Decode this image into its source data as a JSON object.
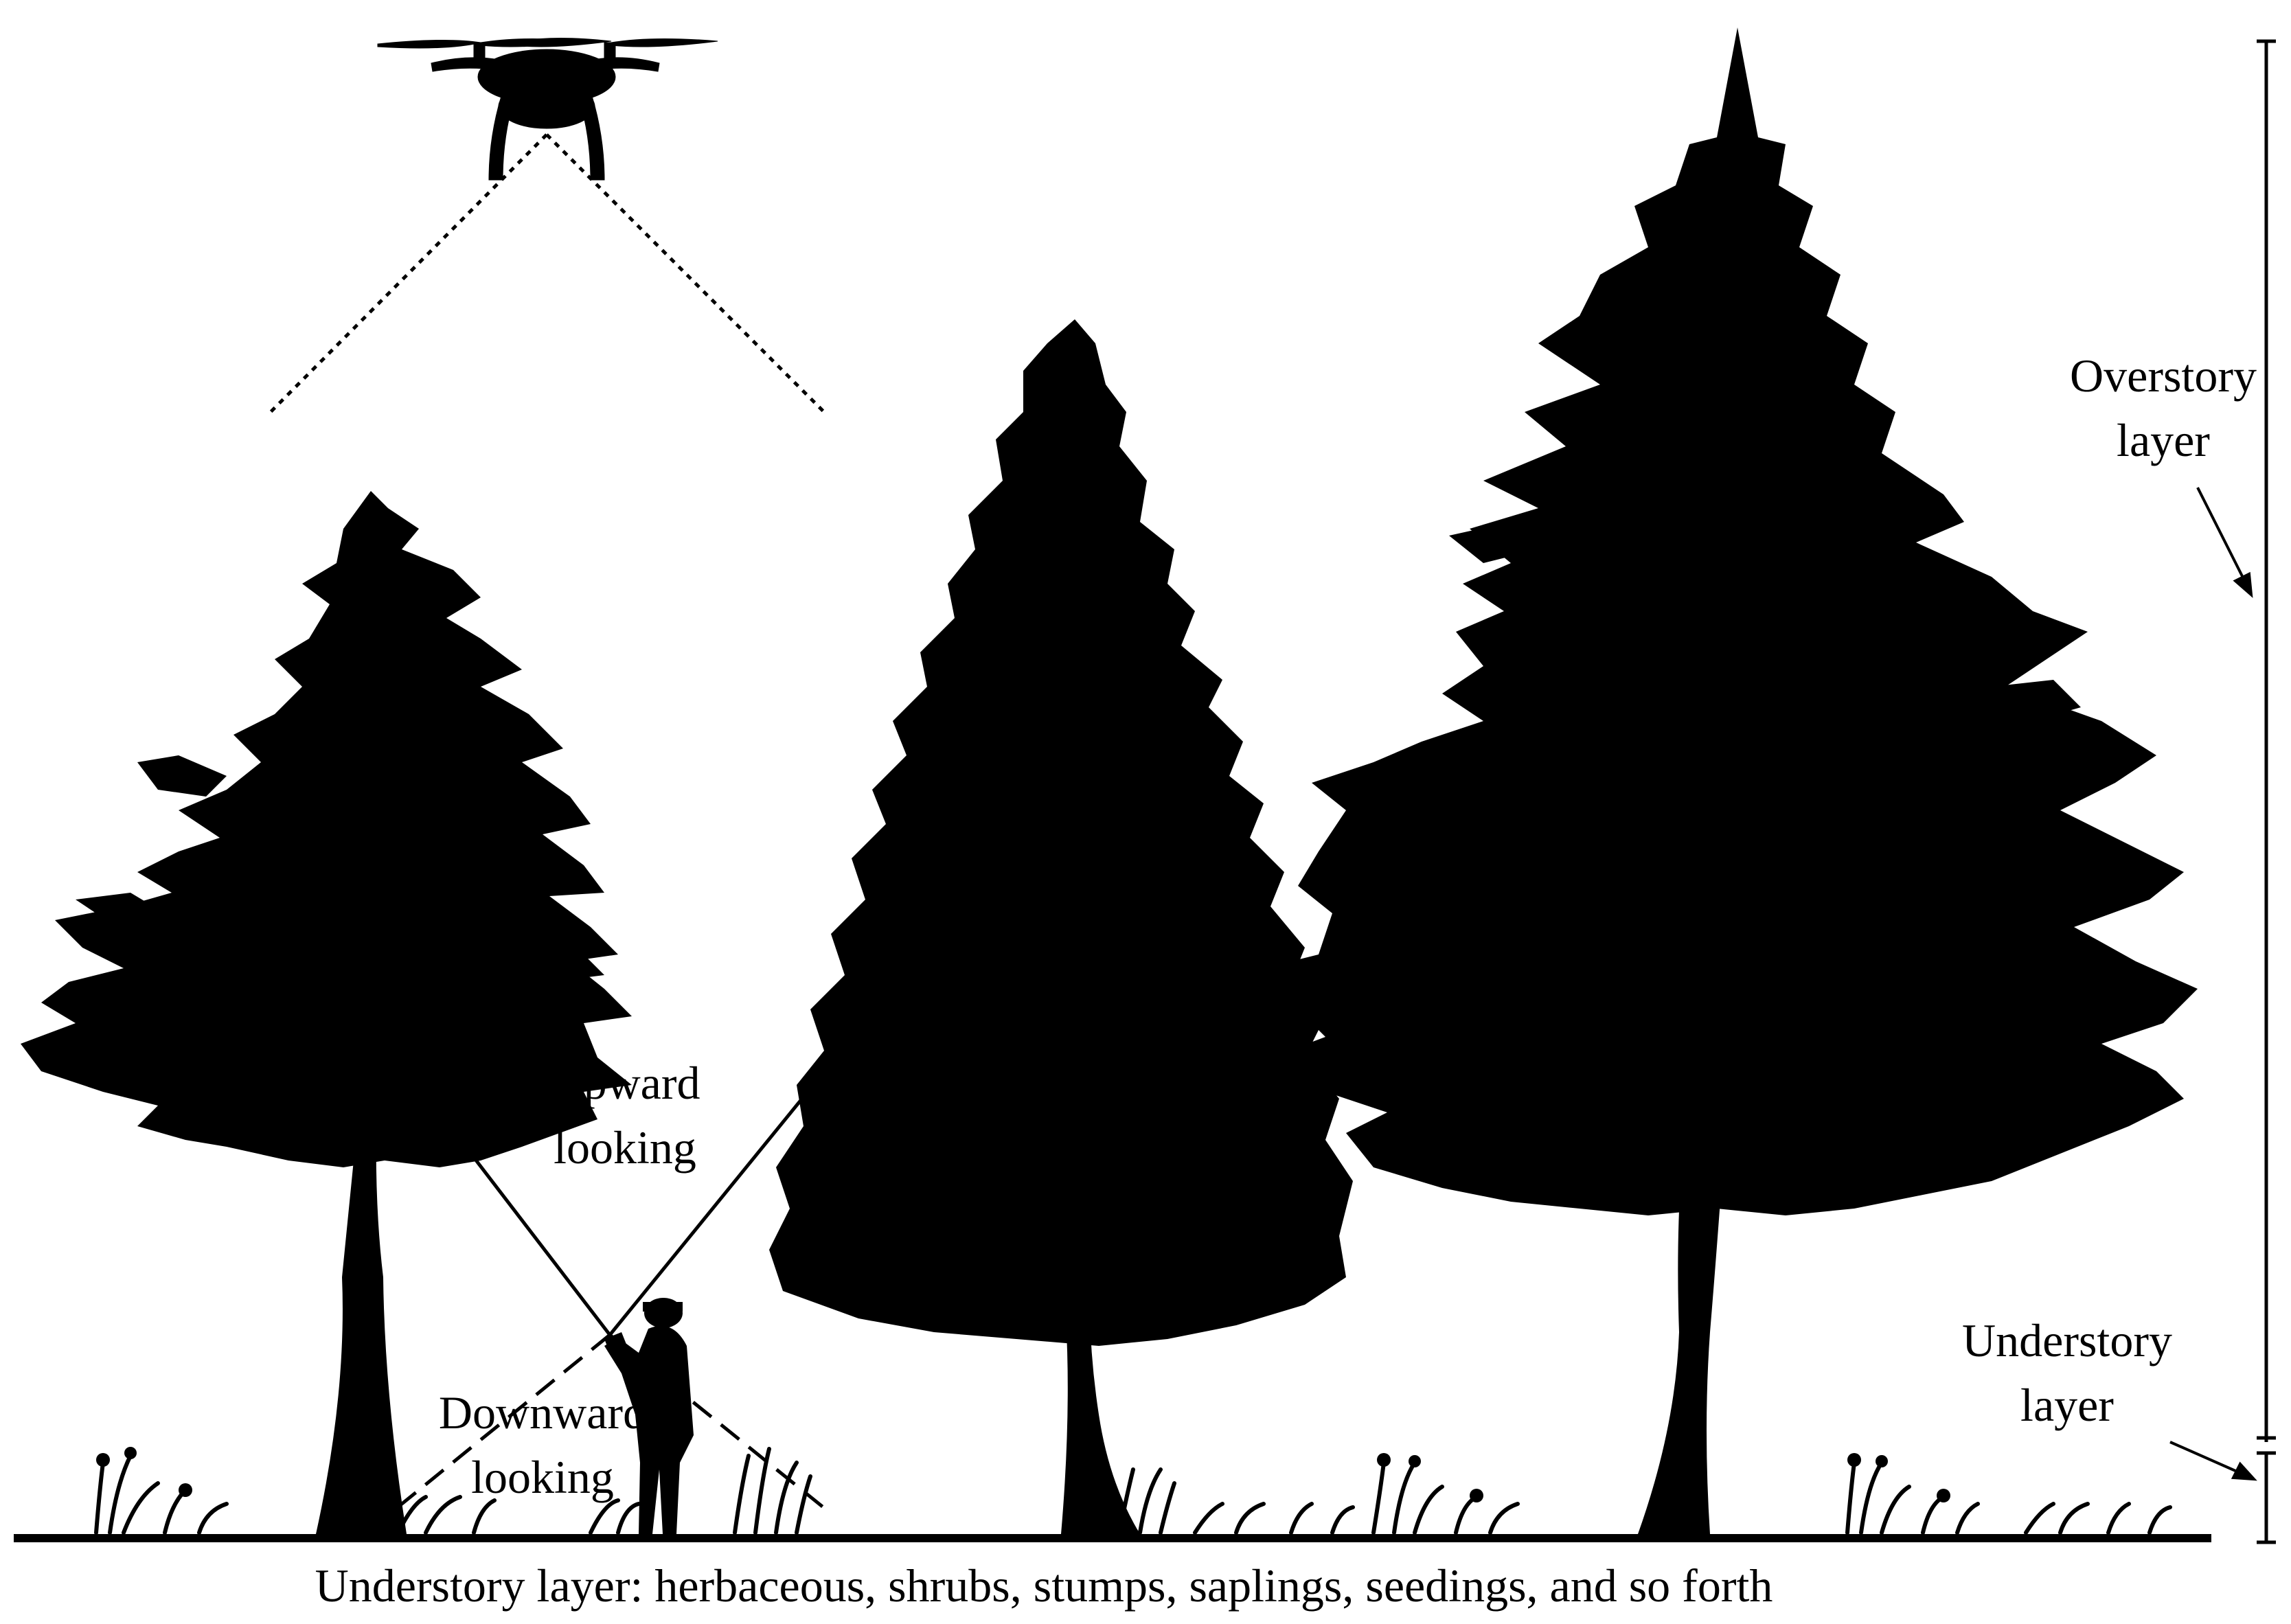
{
  "colors": {
    "silhouette": "#000000",
    "background": "#ffffff"
  },
  "labels": {
    "overstory": [
      "Overstory",
      "layer"
    ],
    "understory": [
      "Understory",
      "layer"
    ],
    "upward": [
      "Upward",
      "looking"
    ],
    "downward": [
      "Downward",
      "looking"
    ],
    "caption": "Understory layer: herbaceous, shrubs, stumps, saplings, seedings, and so forth"
  },
  "icons": {
    "drone": "drone-icon",
    "person": "person-icon",
    "tree_left": "pine-tree-icon",
    "tree_middle": "spruce-tree-icon",
    "tree_right": "fir-tree-icon",
    "plants": "grass-icon"
  }
}
